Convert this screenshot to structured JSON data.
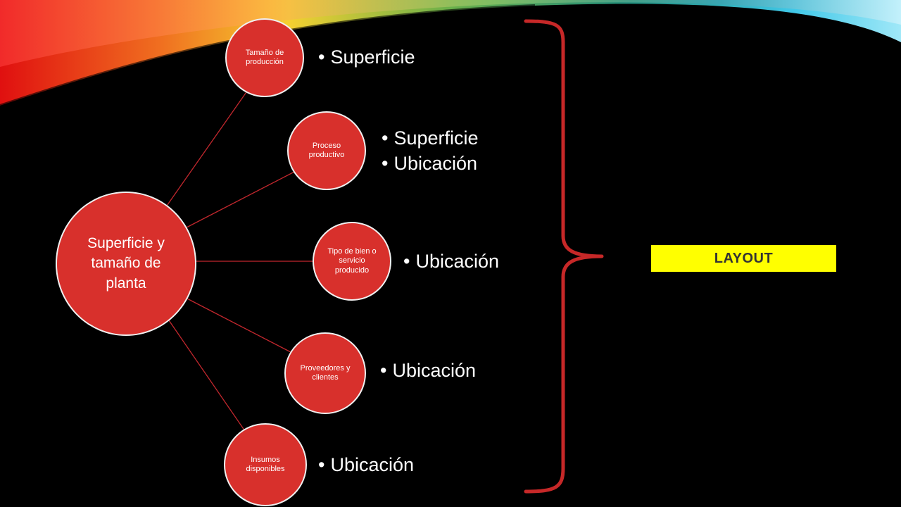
{
  "hub": {
    "label": "Superficie y tamaño de planta"
  },
  "nodes": [
    {
      "label": "Tamaño de producción",
      "bullets": [
        "Superficie"
      ]
    },
    {
      "label": "Proceso productivo",
      "bullets": [
        "Superficie",
        "Ubicación"
      ]
    },
    {
      "label": "Tipo de bien o servicio producido",
      "bullets": [
        "Ubicación"
      ]
    },
    {
      "label": "Proveedores y clientes",
      "bullets": [
        "Ubicación"
      ]
    },
    {
      "label": "Insumos disponibles",
      "bullets": [
        "Ubicación"
      ]
    }
  ],
  "result": {
    "label": "LAYOUT"
  },
  "colors": {
    "circle_fill": "#d8302c",
    "connector": "#c1272d",
    "brace": "#c62828",
    "result_box": "#ffff00"
  }
}
